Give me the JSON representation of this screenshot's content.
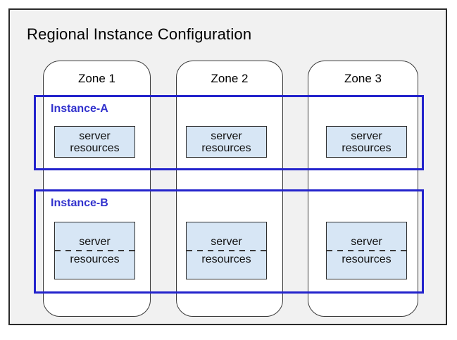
{
  "diagram": {
    "title": "Regional Instance Configuration",
    "zones": [
      {
        "label": "Zone 1"
      },
      {
        "label": "Zone 2"
      },
      {
        "label": "Zone 3"
      }
    ],
    "instances": [
      {
        "label": "Instance-A",
        "resource_style": "solid"
      },
      {
        "label": "Instance-B",
        "resource_style": "split-dashed"
      }
    ],
    "server_box": {
      "line1": "server",
      "line2": "resources"
    },
    "colors": {
      "region_fill": "#f1f1f1",
      "region_border": "#2a2a2a",
      "zone_fill": "#ffffff",
      "zone_border": "#3a3a3a",
      "instance_border": "#2323cc",
      "instance_label_text": "#3232cd",
      "server_box_fill": "#d7e6f5",
      "server_box_border": "#2f2f2f",
      "text": "#111111"
    }
  }
}
